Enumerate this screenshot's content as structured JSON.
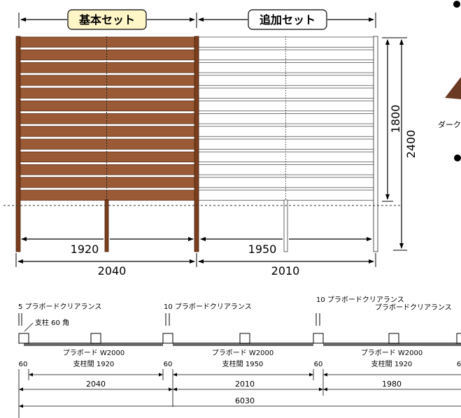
{
  "elevation": {
    "basic_set_label": "基本セット",
    "additional_set_label": "追加セット",
    "dim_1920": "1920",
    "dim_2040": "2040",
    "dim_1950": "1950",
    "dim_2010": "2010",
    "dim_1800": "1800",
    "dim_2400": "2400",
    "side_text": "ダーク",
    "colors": {
      "wood": "#9a5a35",
      "wood_edge": "#5a2e17",
      "post": "#7a3e1e",
      "accent_fill": "#fff6c8"
    }
  },
  "plan": {
    "clearance_5": "5 プラボードクリアランス",
    "clearance_10_a": "10 プラボードクリアランス",
    "clearance_10_b": "10 プラボードクリアランス",
    "clearance_cut": "プラボードクリアランス",
    "post_note": "支柱 60 角",
    "board_1": "プラボード W2000",
    "board_2": "プラボード W2000",
    "board_3": "プラボード W2000",
    "gap_1": "60",
    "gap_2": "60",
    "gap_3": "60",
    "gap_4": "6",
    "span_1": "支柱間 1920",
    "span_2": "支柱間 1950",
    "span_3": "支柱間 1920",
    "total_1": "2040",
    "total_2": "2010",
    "total_3": "1980",
    "grand_total": "6030"
  }
}
